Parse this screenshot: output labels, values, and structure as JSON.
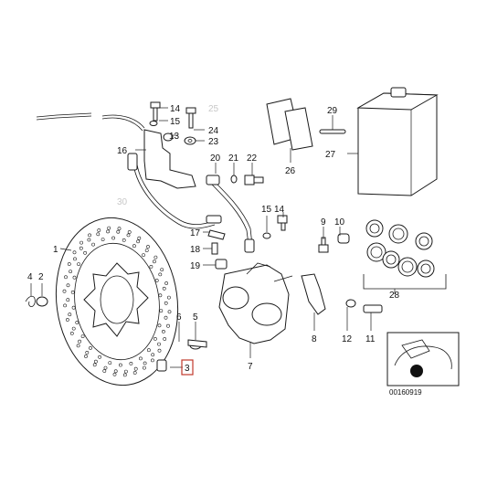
{
  "diagram": {
    "callouts": [
      {
        "id": "c1",
        "label": "1"
      },
      {
        "id": "c2",
        "label": "2"
      },
      {
        "id": "c3",
        "label": "3",
        "highlighted": true
      },
      {
        "id": "c4",
        "label": "4"
      },
      {
        "id": "c5",
        "label": "5"
      },
      {
        "id": "c6",
        "label": "6"
      },
      {
        "id": "c7",
        "label": "7"
      },
      {
        "id": "c8",
        "label": "8"
      },
      {
        "id": "c9",
        "label": "9"
      },
      {
        "id": "c10",
        "label": "10"
      },
      {
        "id": "c11",
        "label": "11"
      },
      {
        "id": "c12",
        "label": "12"
      },
      {
        "id": "c13",
        "label": "13"
      },
      {
        "id": "c14a",
        "label": "14"
      },
      {
        "id": "c14b",
        "label": "14"
      },
      {
        "id": "c15a",
        "label": "15"
      },
      {
        "id": "c15b",
        "label": "15"
      },
      {
        "id": "c16",
        "label": "16"
      },
      {
        "id": "c17",
        "label": "17"
      },
      {
        "id": "c18",
        "label": "18"
      },
      {
        "id": "c19",
        "label": "19"
      },
      {
        "id": "c20",
        "label": "20"
      },
      {
        "id": "c21",
        "label": "21"
      },
      {
        "id": "c22",
        "label": "22"
      },
      {
        "id": "c23",
        "label": "23"
      },
      {
        "id": "c24",
        "label": "24"
      },
      {
        "id": "c25",
        "label": "25",
        "faint": true
      },
      {
        "id": "c26",
        "label": "26"
      },
      {
        "id": "c27",
        "label": "27"
      },
      {
        "id": "c28",
        "label": "28"
      },
      {
        "id": "c29",
        "label": "29"
      },
      {
        "id": "c30",
        "label": "30",
        "faint": true
      }
    ],
    "inset_code": "00160919",
    "colors": {
      "highlight": "#c0392b",
      "line": "#1a1a1a",
      "faint": "#c8c8c8"
    }
  }
}
